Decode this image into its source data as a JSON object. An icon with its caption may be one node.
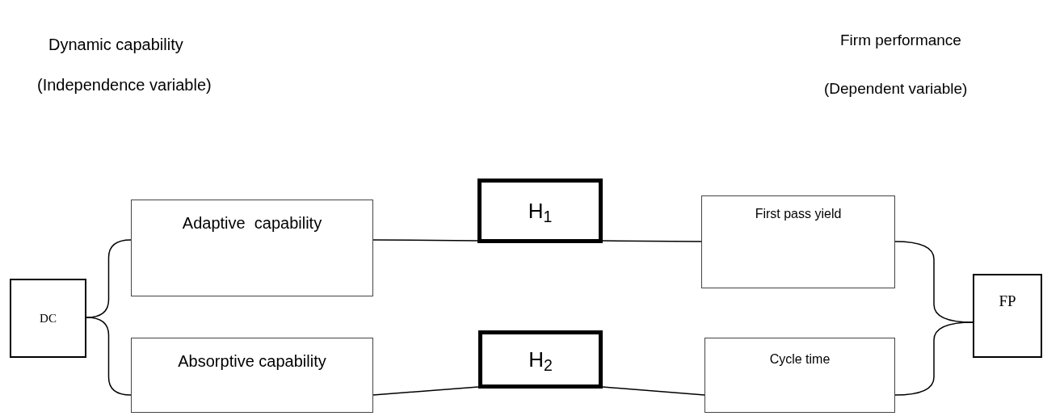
{
  "diagram": {
    "nodes": [
      {
        "text": [
          "DC"
        ]
      },
      {
        "text": [
          "Adaptive  capability"
        ]
      },
      {
        "text": [
          "Absorptive capability"
        ]
      },
      {
        "text": [
          "H$_{1}$"
        ]
      },
      {
        "text": [
          "H$_{2}$"
        ]
      },
      {
        "text": [
          "First pass yield"
        ]
      },
      {
        "text": [
          "Cycle time"
        ]
      },
      {
        "text": [
          "FP"
        ]
      }
    ],
    "edges": [
      {
        "from": 0,
        "to": 1,
        "arrow": "none"
      },
      {
        "from": 0,
        "to": 2,
        "arrow": "none"
      },
      {
        "from": 1,
        "to": 3,
        "arrow": "none"
      },
      {
        "from": 3,
        "to": 5,
        "arrow": "none"
      },
      {
        "from": 2,
        "to": 4,
        "arrow": "none"
      },
      {
        "from": 4,
        "to": 6,
        "arrow": "none"
      },
      {
        "from": 5,
        "to": 7,
        "arrow": "none"
      },
      {
        "from": 6,
        "to": 7,
        "arrow": "none"
      }
    ],
    "labels": [
      "Dynamic capability",
      "Firm performance",
      "(Independence variable)",
      "(Dependent variable)"
    ]
  }
}
